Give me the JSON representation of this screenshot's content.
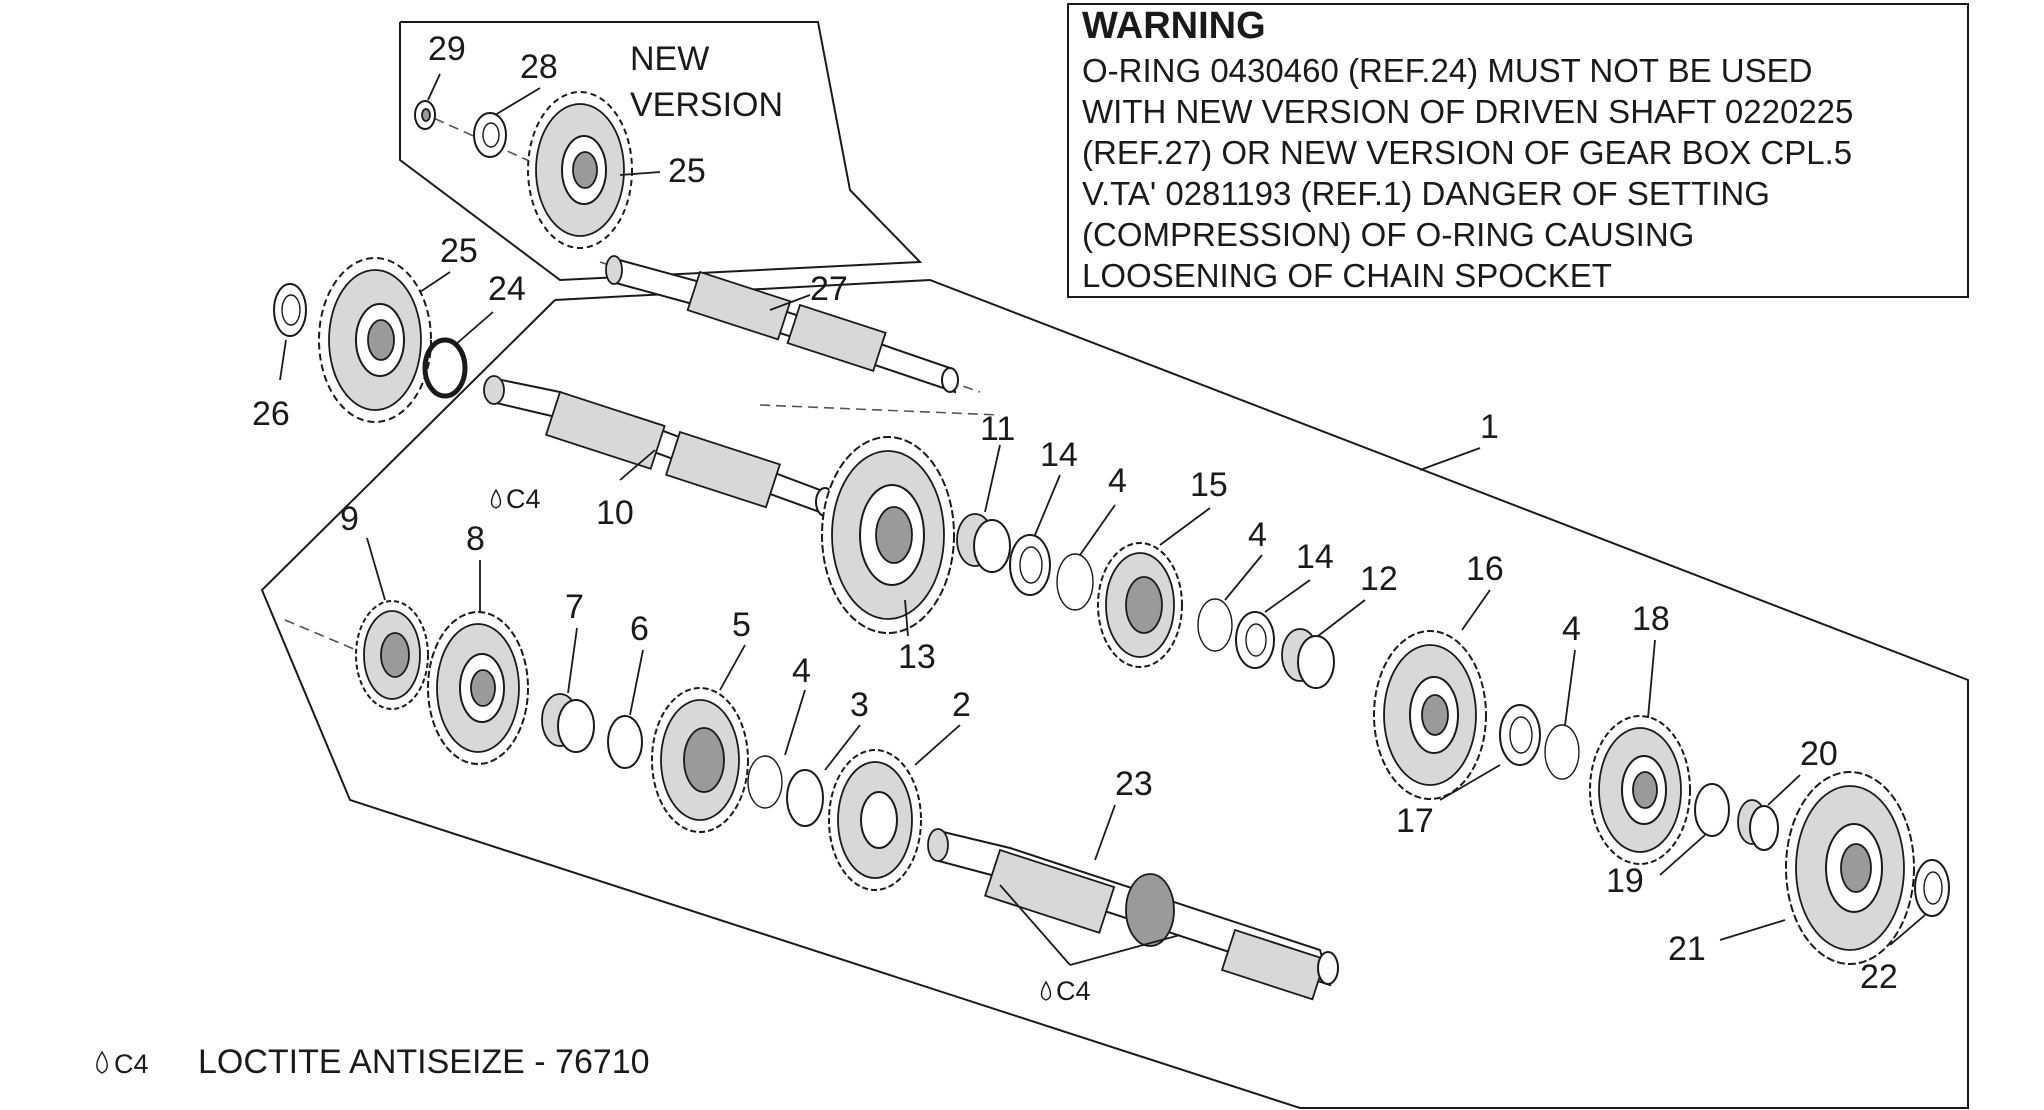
{
  "new_version_label": [
    "NEW",
    "VERSION"
  ],
  "warning": {
    "title": "WARNING",
    "lines": [
      "O-RING 0430460 (REF.24) MUST NOT BE USED",
      "WITH NEW VERSION OF DRIVEN SHAFT 0220225",
      "(REF.27) OR NEW VERSION OF GEAR BOX CPL.5",
      "V.TA' 0281193 (REF.1) DANGER OF SETTING",
      "(COMPRESSION) OF O-RING CAUSING",
      "LOOSENING OF CHAIN SPOCKET"
    ]
  },
  "legend": {
    "symbol_code": "C4",
    "text": "LOCTITE ANTISEIZE - 76710"
  },
  "lubricant_marks": [
    "C4",
    "C4"
  ],
  "references": [
    {
      "id": "ref-29",
      "text": "29"
    },
    {
      "id": "ref-28",
      "text": "28"
    },
    {
      "id": "ref-25-new",
      "text": "25"
    },
    {
      "id": "ref-25",
      "text": "25"
    },
    {
      "id": "ref-24",
      "text": "24"
    },
    {
      "id": "ref-26",
      "text": "26"
    },
    {
      "id": "ref-27",
      "text": "27"
    },
    {
      "id": "ref-10",
      "text": "10"
    },
    {
      "id": "ref-11",
      "text": "11"
    },
    {
      "id": "ref-14a",
      "text": "14"
    },
    {
      "id": "ref-4a",
      "text": "4"
    },
    {
      "id": "ref-15",
      "text": "15"
    },
    {
      "id": "ref-4b",
      "text": "4"
    },
    {
      "id": "ref-14b",
      "text": "14"
    },
    {
      "id": "ref-12",
      "text": "12"
    },
    {
      "id": "ref-16",
      "text": "16"
    },
    {
      "id": "ref-1",
      "text": "1"
    },
    {
      "id": "ref-13",
      "text": "13"
    },
    {
      "id": "ref-9",
      "text": "9"
    },
    {
      "id": "ref-8",
      "text": "8"
    },
    {
      "id": "ref-7",
      "text": "7"
    },
    {
      "id": "ref-6",
      "text": "6"
    },
    {
      "id": "ref-5",
      "text": "5"
    },
    {
      "id": "ref-4c",
      "text": "4"
    },
    {
      "id": "ref-3",
      "text": "3"
    },
    {
      "id": "ref-2",
      "text": "2"
    },
    {
      "id": "ref-23",
      "text": "23"
    },
    {
      "id": "ref-4d",
      "text": "4"
    },
    {
      "id": "ref-18",
      "text": "18"
    },
    {
      "id": "ref-17",
      "text": "17"
    },
    {
      "id": "ref-19",
      "text": "19"
    },
    {
      "id": "ref-20",
      "text": "20"
    },
    {
      "id": "ref-21",
      "text": "21"
    },
    {
      "id": "ref-22",
      "text": "22"
    }
  ]
}
